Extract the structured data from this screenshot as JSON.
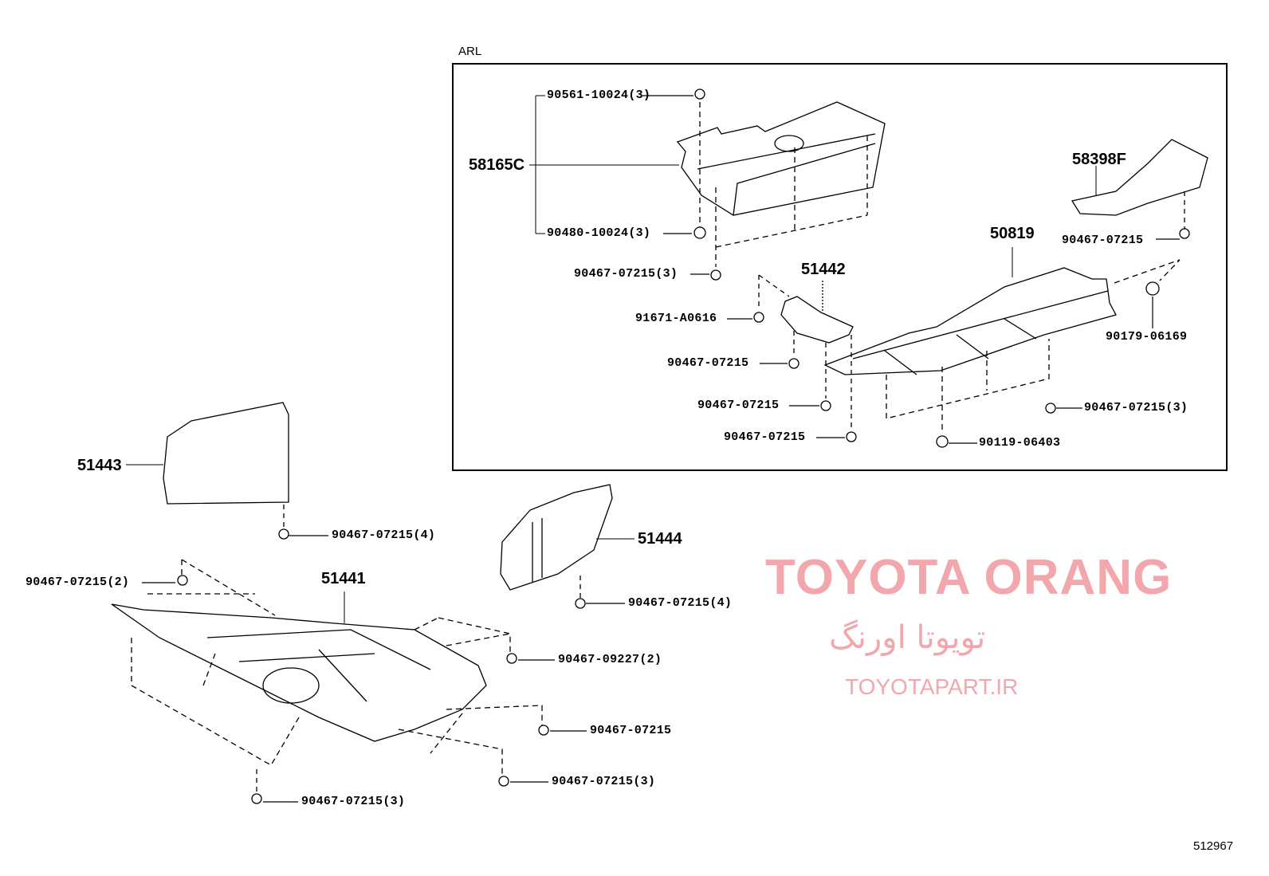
{
  "diagram": {
    "group_label": "ARL",
    "figure_number": "512967",
    "watermark": {
      "brand": "TOYOTA ORANG",
      "brand_fa": "تویوتا اورنگ",
      "site": "TOYOTAPART.IR"
    },
    "parts": {
      "p58165C": "58165C",
      "p51442": "51442",
      "p50819": "50819",
      "p58398F": "58398F",
      "p51443": "51443",
      "p51444": "51444",
      "p51441": "51441"
    },
    "fasteners": {
      "f1": "90561-10024(3)",
      "f2": "90480-10024(3)",
      "f3": "90467-07215(3)",
      "f4": "91671-A0616",
      "f5": "90467-07215",
      "f6": "90467-07215",
      "f7": "90467-07215",
      "f8": "90467-07215",
      "f9": "90179-06169",
      "f10": "90467-07215(3)",
      "f11": "90119-06403",
      "f12": "90467-07215(4)",
      "f13": "90467-07215(4)",
      "f14": "90467-07215(2)",
      "f15": "90467-09227(2)",
      "f16": "90467-07215",
      "f17": "90467-07215(3)",
      "f18": "90467-07215(3)"
    }
  }
}
